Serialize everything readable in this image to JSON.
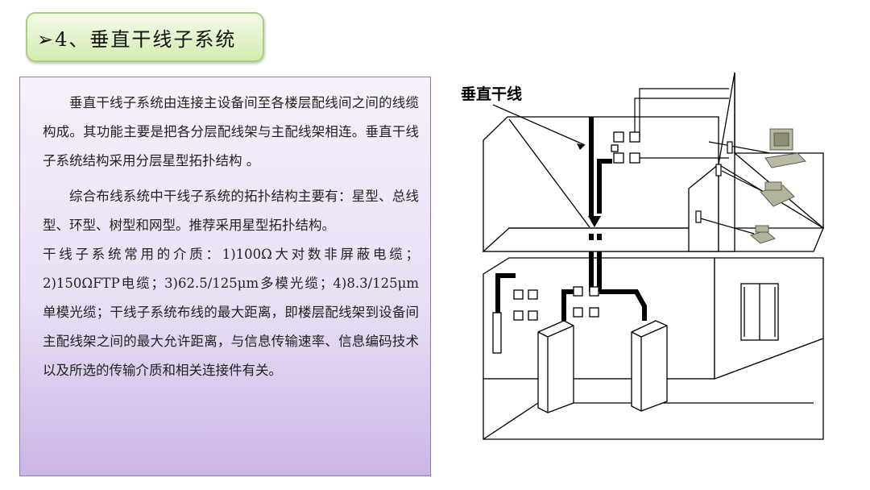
{
  "title": "➢4、垂直干线子系统",
  "paragraphs": [
    "垂直干线子系统由连接主设备间至各楼层配线间之间的线缆构成。其功能主要是把各分层配线架与主配线架相连。垂直干线子系统结构采用分层星型拓扑结构 。",
    "综合布线系统中干线子系统的拓扑结构主要有：星型、总线型、环型、树型和网型。推荐采用星型拓扑结构。",
    "干线子系统常用的介质：1)100Ω大对数非屏蔽电缆；2)150ΩFTP电缆；3)62.5/125μm多模光缆；4)8.3/125μm单模光缆；干线子系统布线的最大距离，即楼层配线架到设备间主配线架之间的最大允许距离，与信息传输速率、信息编码技术以及所选的传输介质和相关连接件有关。"
  ],
  "diagram": {
    "label": "垂直干线",
    "colors": {
      "line": "#000000",
      "device": "#9a9a86",
      "device_dark": "#5c5c4e"
    }
  }
}
